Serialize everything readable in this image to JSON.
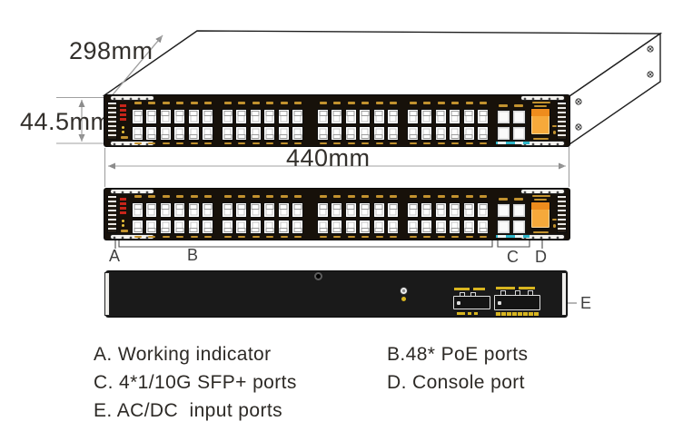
{
  "figure": {
    "dimensions": {
      "depth_label": "298mm",
      "height_label": "44.5mm",
      "width_label": "440mm"
    },
    "callouts": {
      "a": "A",
      "b": "B",
      "c": "C",
      "d": "D",
      "e": "E"
    },
    "legend": [
      {
        "text": "A. Working indicator"
      },
      {
        "text": "B.48* PoE ports"
      },
      {
        "text": "C. 4*1/10G SFP+ ports"
      },
      {
        "text": "D. Console port"
      },
      {
        "text": "E. AC/DC  input ports"
      }
    ]
  },
  "front_panel": {
    "rj45_groups": 4,
    "ports_per_group": 6,
    "rows": 2,
    "total_poe_ports": 48,
    "sfp_cols": 2,
    "sfp_rows": 2,
    "total_sfp_ports": 4,
    "console_ports": 1
  },
  "colors": {
    "panel_black": "#17110a",
    "gold": "#c2922f",
    "led_yellow": "#e8c23a",
    "indicator_red": "#c8251a",
    "console_orange": "#ee8c1d",
    "console_orange_light": "#f6a93b",
    "sfp_cyan": "#2fb6c9",
    "dim_line_gray": "#a0a0a0",
    "text_dark": "#2d2a26"
  }
}
